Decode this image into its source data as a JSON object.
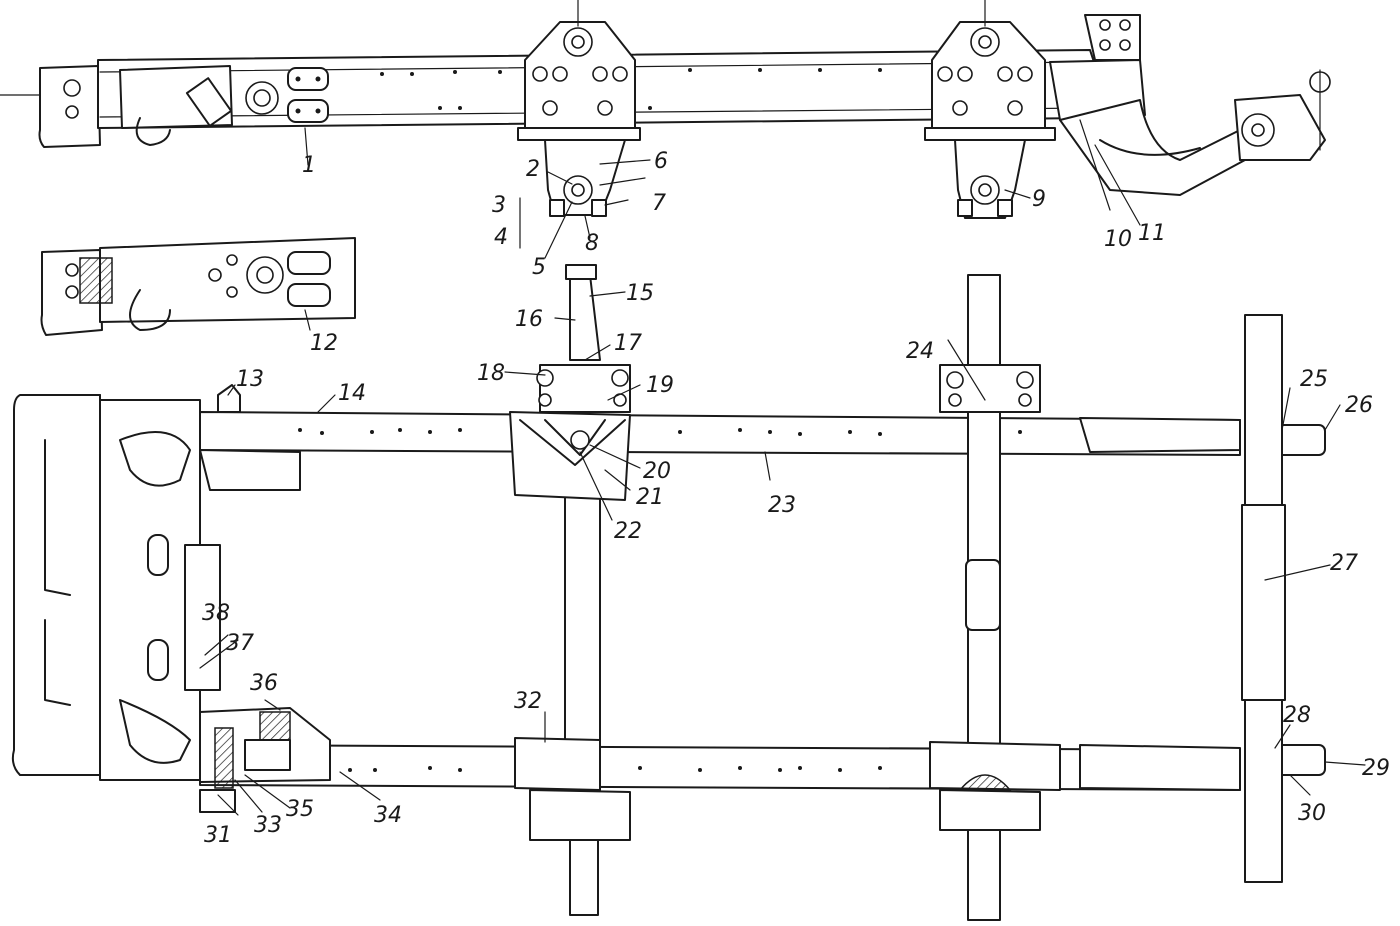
{
  "figure": {
    "ink_color": "#1a1a1a",
    "background": "#ffffff"
  },
  "labels": [
    {
      "id": "1",
      "text": "1"
    },
    {
      "id": "2",
      "text": "2"
    },
    {
      "id": "3",
      "text": "3"
    },
    {
      "id": "4",
      "text": "4"
    },
    {
      "id": "5",
      "text": "5"
    },
    {
      "id": "6",
      "text": "6"
    },
    {
      "id": "7",
      "text": "7"
    },
    {
      "id": "8",
      "text": "8"
    },
    {
      "id": "9",
      "text": "9"
    },
    {
      "id": "10",
      "text": "10"
    },
    {
      "id": "11",
      "text": "11"
    },
    {
      "id": "12",
      "text": "12"
    },
    {
      "id": "13",
      "text": "13"
    },
    {
      "id": "14",
      "text": "14"
    },
    {
      "id": "15",
      "text": "15"
    },
    {
      "id": "16",
      "text": "16"
    },
    {
      "id": "17",
      "text": "17"
    },
    {
      "id": "18",
      "text": "18"
    },
    {
      "id": "19",
      "text": "19"
    },
    {
      "id": "20",
      "text": "20"
    },
    {
      "id": "21",
      "text": "21"
    },
    {
      "id": "22",
      "text": "22"
    },
    {
      "id": "23",
      "text": "23"
    },
    {
      "id": "24",
      "text": "24"
    },
    {
      "id": "25",
      "text": "25"
    },
    {
      "id": "26",
      "text": "26"
    },
    {
      "id": "27",
      "text": "27"
    },
    {
      "id": "28",
      "text": "28"
    },
    {
      "id": "29",
      "text": "29"
    },
    {
      "id": "30",
      "text": "30"
    },
    {
      "id": "31",
      "text": "31"
    },
    {
      "id": "32",
      "text": "32"
    },
    {
      "id": "33",
      "text": "33"
    },
    {
      "id": "34",
      "text": "34"
    },
    {
      "id": "35",
      "text": "35"
    },
    {
      "id": "36",
      "text": "36"
    },
    {
      "id": "37",
      "text": "37"
    },
    {
      "id": "38",
      "text": "38"
    }
  ]
}
